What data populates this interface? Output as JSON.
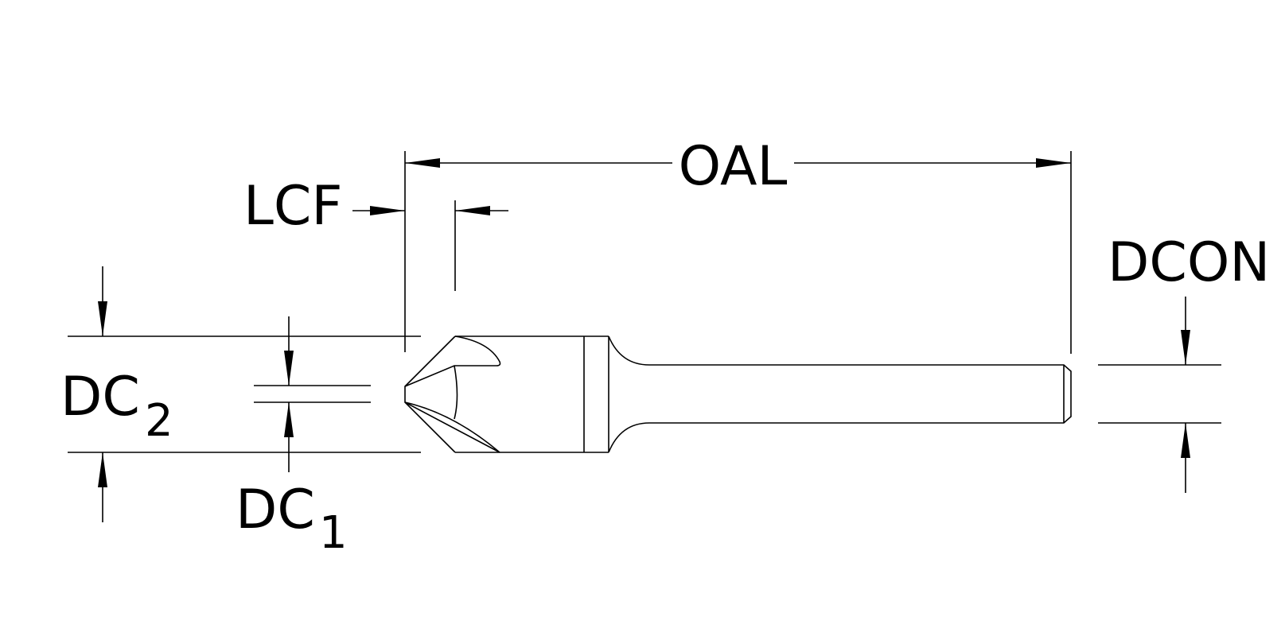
{
  "labels": {
    "oal": "OAL",
    "lcf": "LCF",
    "dcon": "DCON",
    "dc2_main": "DC",
    "dc2_sub": "2",
    "dc1_main": "DC",
    "dc1_sub": "1"
  },
  "colors": {
    "line": "#000000",
    "background": "#ffffff"
  }
}
